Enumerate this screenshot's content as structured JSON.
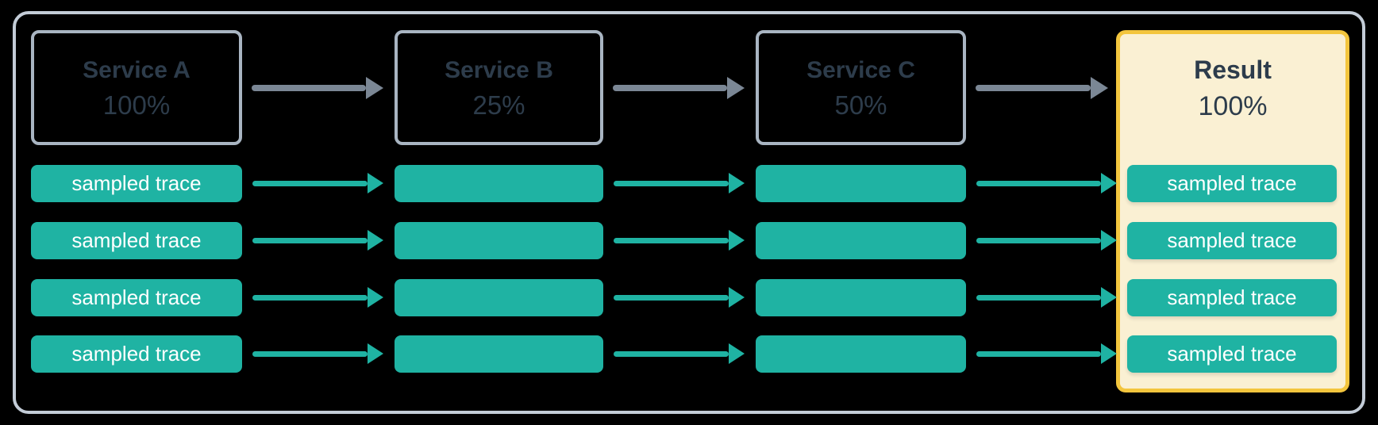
{
  "diagram": {
    "columns": [
      {
        "title": "Service A",
        "percent": "100%",
        "traces": [
          "sampled trace",
          "sampled trace",
          "sampled trace",
          "sampled trace"
        ]
      },
      {
        "title": "Service B",
        "percent": "25%",
        "traces": [
          "",
          "",
          "",
          ""
        ]
      },
      {
        "title": "Service C",
        "percent": "50%",
        "traces": [
          "",
          "",
          "",
          ""
        ]
      },
      {
        "title": "Result",
        "percent": "100%",
        "traces": [
          "sampled trace",
          "sampled trace",
          "sampled trace",
          "sampled trace"
        ]
      }
    ]
  },
  "colors": {
    "page_background": "#000000",
    "outer_frame_border": "#C3CCD7",
    "service_box_border": "#A9B5C2",
    "heading_text": "#2D3C4B",
    "trace_bar_teal": "#1FB3A3",
    "trace_label_text": "#FFFFFF",
    "flow_arrow_gray": "#7B8795",
    "result_box_background": "#FAF0D3",
    "result_box_border": "#F3C53D"
  }
}
